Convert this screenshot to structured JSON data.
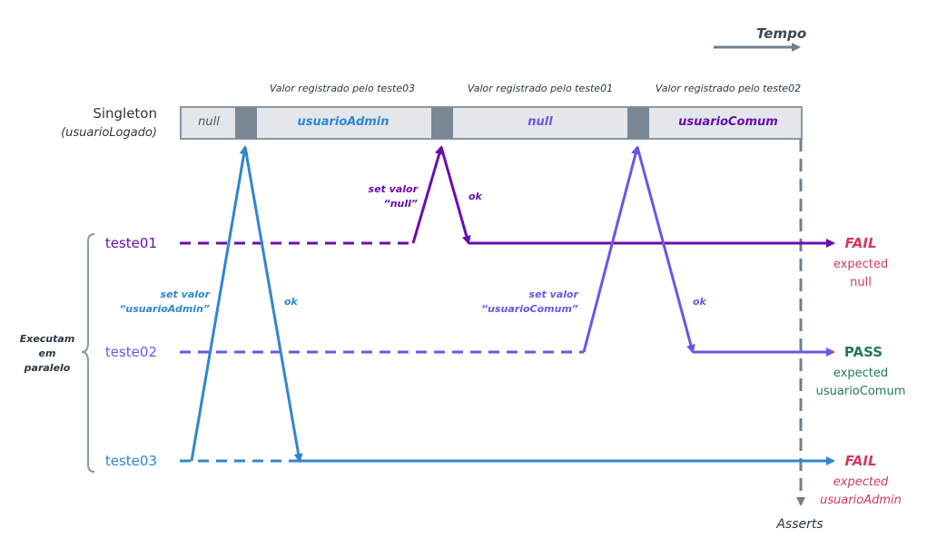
{
  "tempo": "Tempo",
  "asserts": "Asserts",
  "singleton": {
    "title": "Singleton",
    "subtitle": "(usuarioLogado)"
  },
  "segments": {
    "null1": "null",
    "admin": "usuarioAdmin",
    "null2": "null",
    "comum": "usuarioComum"
  },
  "registered": {
    "t03": "Valor registrado pelo teste03",
    "t01": "Valor registrado pelo teste01",
    "t02": "Valor registrado pelo teste02"
  },
  "group_label": [
    "Executam",
    "em",
    "paralelo"
  ],
  "tests": [
    {
      "name": "teste01",
      "result": "FAIL",
      "expected": "expected",
      "expected_value": "null"
    },
    {
      "name": "teste02",
      "result": "PASS",
      "expected": "expected",
      "expected_value": "usuarioComum"
    },
    {
      "name": "teste03",
      "result": "FAIL",
      "expected": "expected",
      "expected_value": "usuarioAdmin"
    }
  ],
  "arrows": {
    "t01_set": [
      "set valor",
      "“null”"
    ],
    "t01_ok": "ok",
    "t02_set": [
      "set valor",
      "“usuarioComum”"
    ],
    "t02_ok": "ok",
    "t03_set": [
      "set valor",
      "“usuarioAdmin”"
    ],
    "t03_ok": "ok"
  },
  "colors": {
    "teste01": "#6a0dad",
    "teste02": "#6b55e8",
    "teste03": "#2f86d1",
    "fail": "#d23a5a",
    "pass": "#1f7a5c",
    "gray": "#6f7f8f",
    "bar_fill": "#e3e7eb",
    "lock": "#7a8896"
  }
}
